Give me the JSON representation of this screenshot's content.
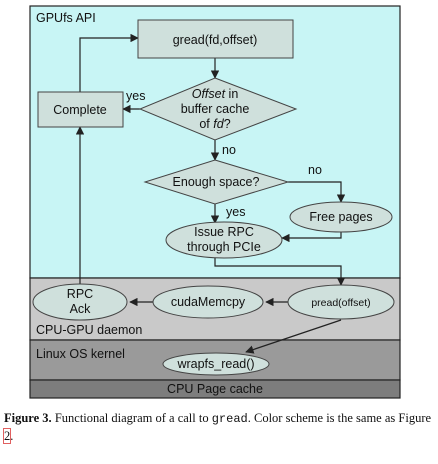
{
  "regions": {
    "gpufs": "GPUfs API",
    "daemon": "CPU-GPU daemon",
    "kernel": "Linux OS kernel",
    "cache": "CPU Page cache"
  },
  "nodes": {
    "gread": "gread(fd,offset)",
    "cache_q_line1": "Offset",
    "cache_q_line2": " in",
    "cache_q_line3": "buffer cache",
    "cache_q_line4": "of ",
    "cache_q_line5": "fd",
    "cache_q_line6": "?",
    "complete": "Complete",
    "space_q": "Enough space?",
    "free_pages": "Free pages",
    "rpc_line1": "Issue RPC",
    "rpc_line2": "through PCIe",
    "ack_line1": "RPC",
    "ack_line2": "Ack",
    "memcpy": "cudaMemcpy",
    "pread": "pread(offset)",
    "wrapfs": "wrapfs_read()"
  },
  "edge_labels": {
    "yes1": "yes",
    "no1": "no",
    "no2": "no",
    "yes2": "yes"
  },
  "caption": {
    "figure": "Figure 3.",
    "text1": "  Functional diagram of a call to ",
    "code": "gread",
    "text2": ". Color scheme is the same as Figure ",
    "ref": "2",
    "text3": "."
  },
  "colors": {
    "gpufs_bg": "#c8f5f5",
    "daemon_bg": "#c9c9c9",
    "kernel_bg": "#9a9a9a",
    "cache_bg": "#7d7d7d",
    "node_fill": "#cfe0dc",
    "edge": "#222222"
  }
}
